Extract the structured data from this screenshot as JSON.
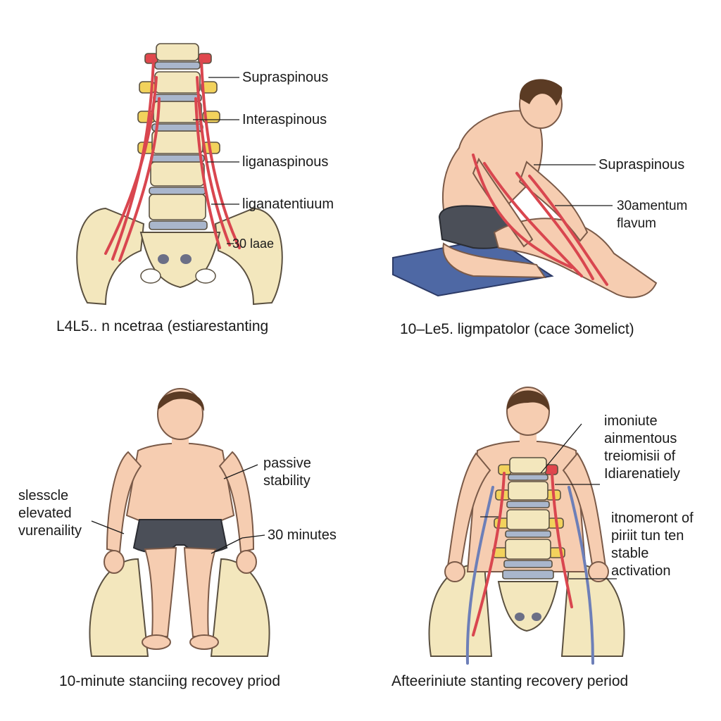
{
  "panels": [
    {
      "labels": [
        "Supraspinous",
        "Interaspinous",
        "liganaspinous",
        "liganatentiuum",
        "30 laae"
      ],
      "caption": "L4L5.. n ncetraa (estiarestanting"
    },
    {
      "labels": [
        "Supraspinous",
        "30amentum\nflavum"
      ],
      "caption": "10–Le5. ligmpatolor (cace 3omelict)"
    },
    {
      "labels": [
        "passive\nstability",
        "slesscle\nelevated\nvurenaility",
        "30 minutes"
      ],
      "caption": "10-minute stanciing recovey priod"
    },
    {
      "labels": [
        "imoniute\nainmentous\ntreiomisii of\nIdiarenatiely",
        "itnomeront of\npiriit tun ten\nstable\nactivation"
      ],
      "caption": "Afteeriniute stanting recovery period"
    }
  ],
  "colors": {
    "bone": "#f3e7bd",
    "bone_outline": "#5a5040",
    "disc": "#a9b6cc",
    "process": "#f2d25c",
    "ligament": "#d9464f",
    "skin": "#f6cdb1",
    "hair": "#5b3b24",
    "shorts": "#4b4f58",
    "mat": "#4e68a4",
    "nerve": "#6d7fb8"
  }
}
